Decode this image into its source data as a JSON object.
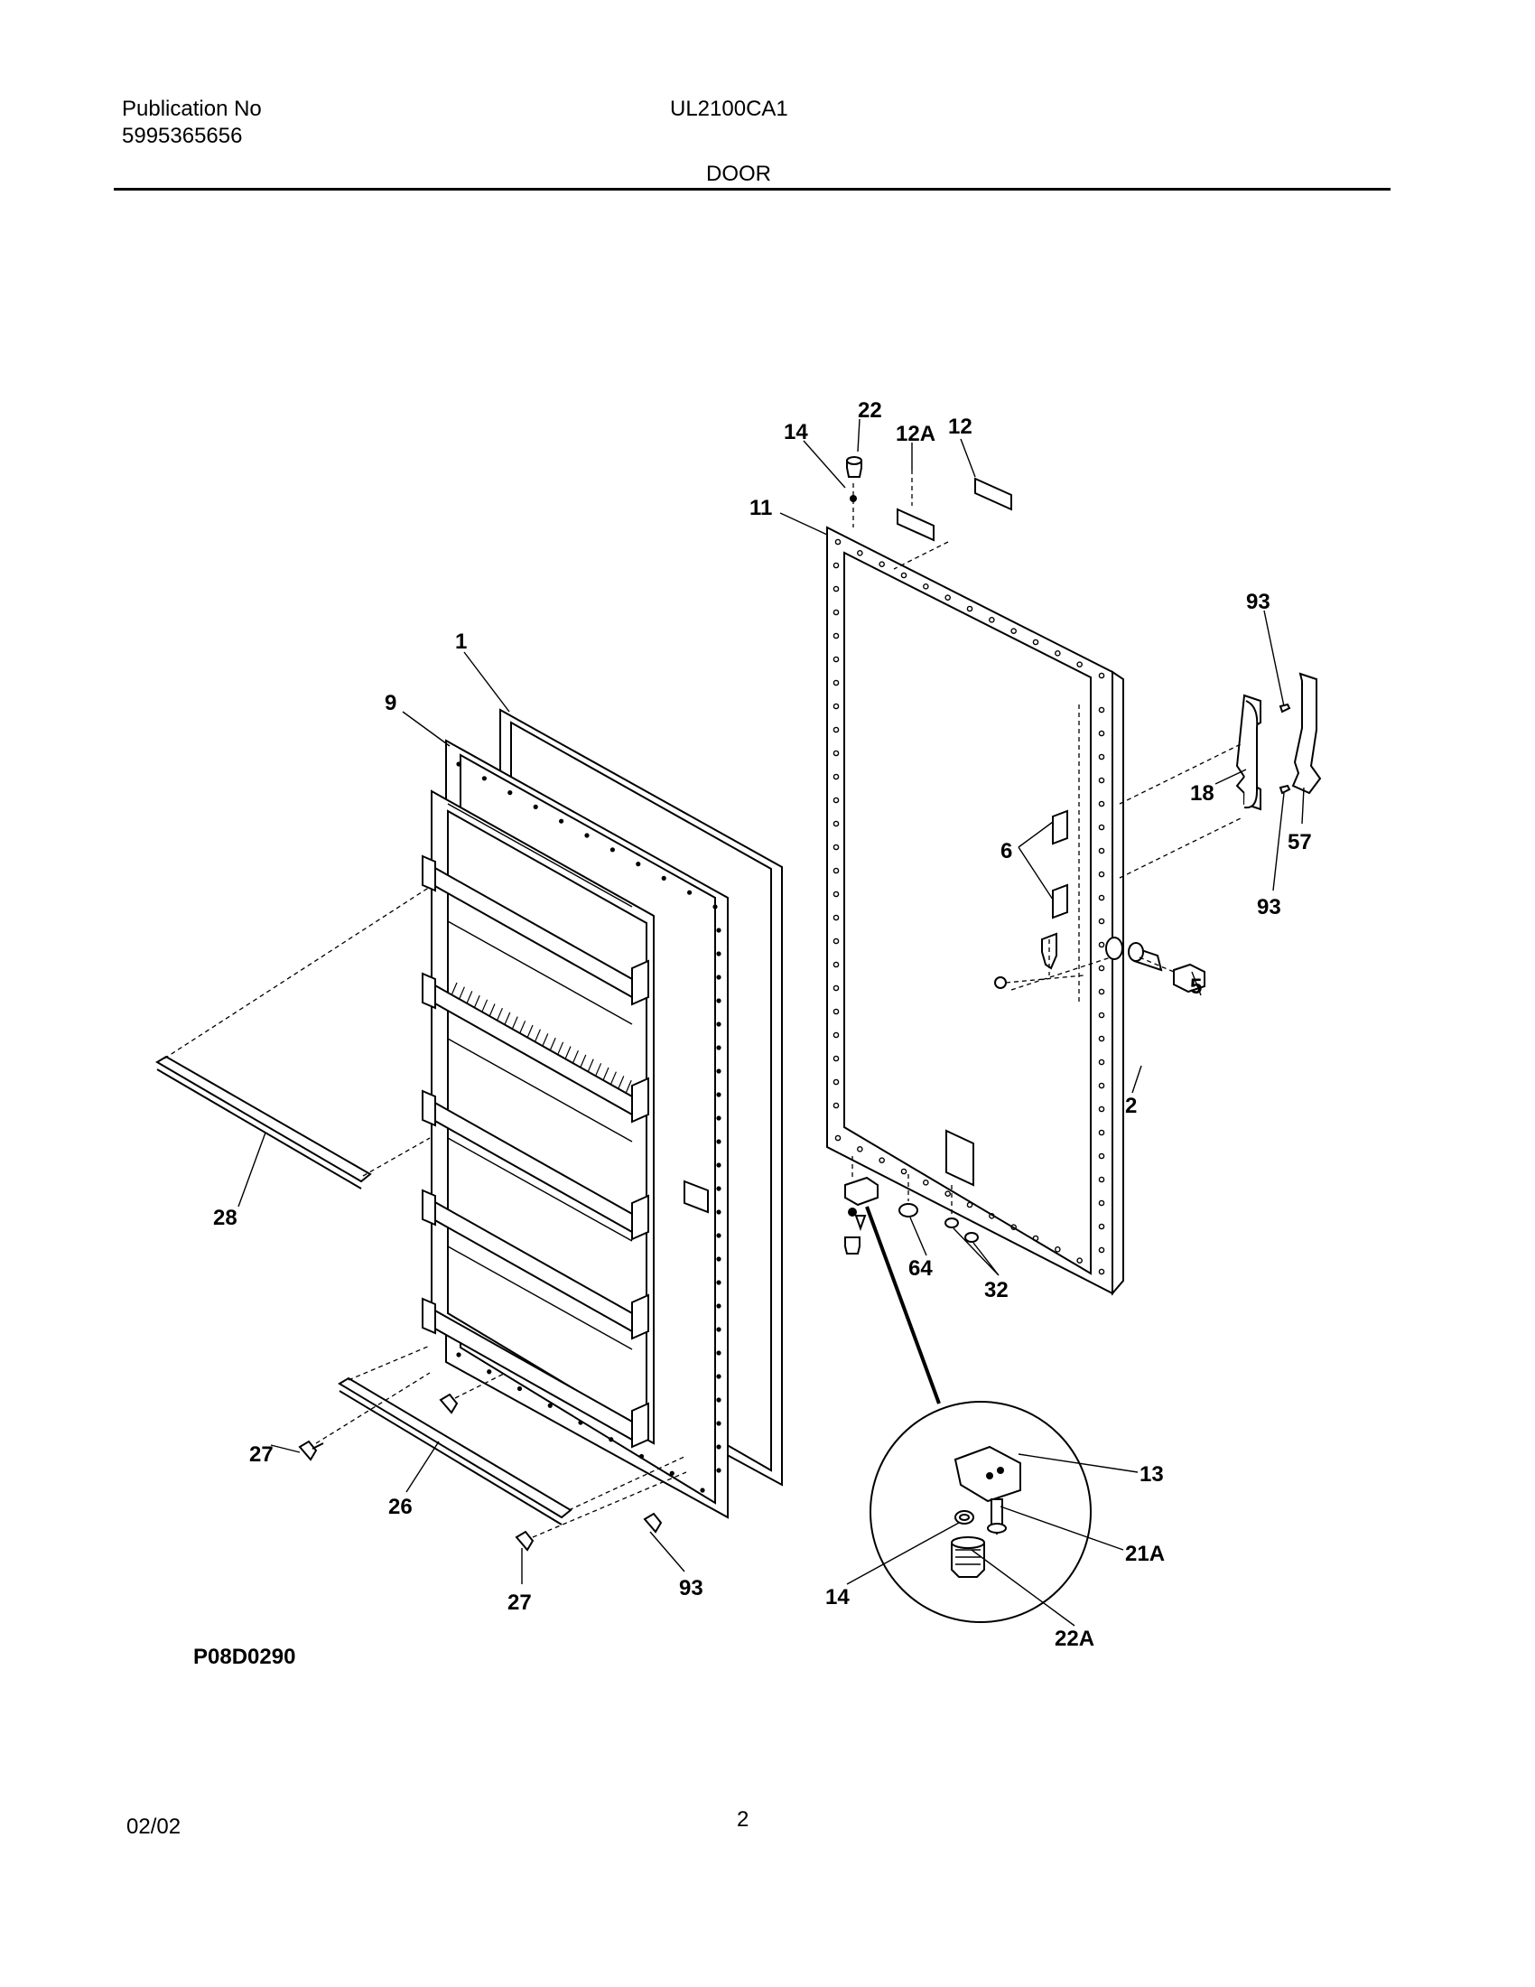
{
  "header": {
    "publication_label": "Publication No",
    "publication_number": "5995365656",
    "model": "UL2100CA1",
    "section": "DOOR"
  },
  "diagram": {
    "drawing_code": "P08D0290",
    "callouts": {
      "c1": "1",
      "c9": "9",
      "c28": "28",
      "c27a": "27",
      "c26": "26",
      "c27b": "27",
      "c93bottom": "93",
      "c22": "22",
      "c14top": "14",
      "c12a": "12A",
      "c12": "12",
      "c11": "11",
      "c93top": "93",
      "c18": "18",
      "c57": "57",
      "c93mid": "93",
      "c6": "6",
      "c5": "5",
      "c2": "2",
      "c64": "64",
      "c32": "32",
      "c13": "13",
      "c21a": "21A",
      "c14bottom": "14",
      "c22a": "22A"
    }
  },
  "footer": {
    "date": "02/02",
    "page": "2"
  }
}
